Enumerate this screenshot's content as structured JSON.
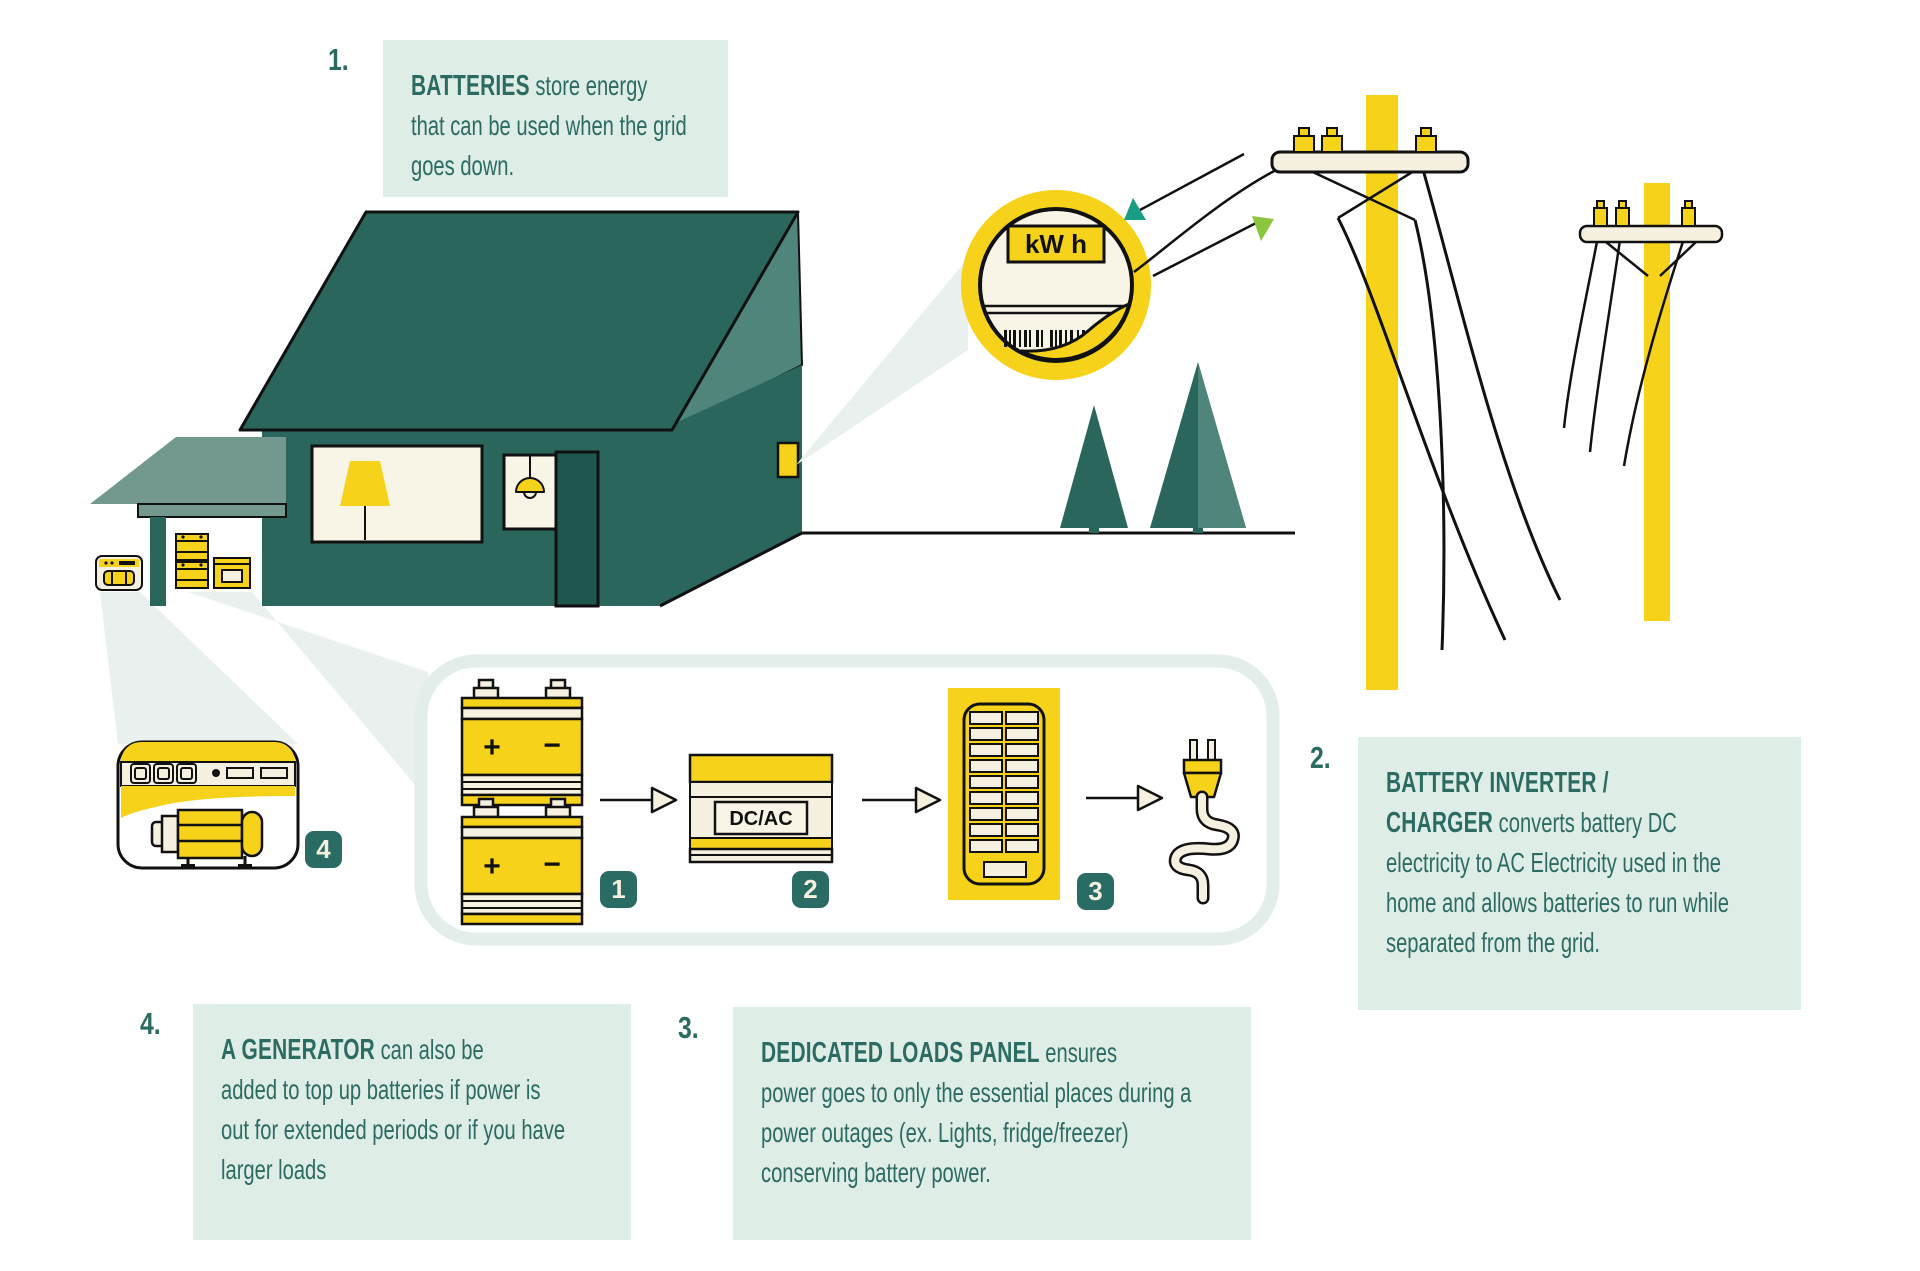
{
  "callouts": {
    "batteries": {
      "number": "1.",
      "title": "BATTERIES",
      "title_suffix": " store energy",
      "lines": [
        "that can be used when the grid",
        "goes down."
      ]
    },
    "inverter": {
      "number": "2.",
      "title_line1": "BATTERY INVERTER /",
      "title_line2": "CHARGER",
      "title_suffix": " converts battery DC",
      "lines": [
        "electricity to AC Electricity used in the",
        "home and allows batteries to run while",
        "separated from the grid."
      ]
    },
    "loads_panel": {
      "number": "3.",
      "title": "DEDICATED LOADS PANEL",
      "title_suffix": " ensures",
      "lines": [
        "power goes to only the essential places during a",
        "power outages (ex. Lights, fridge/freezer)",
        "conserving battery power."
      ]
    },
    "generator": {
      "number": "4.",
      "title": "A GENERATOR",
      "title_suffix": " can also be",
      "lines": [
        "added to top up batteries if power is",
        "out for extended periods or if you have",
        "larger loads"
      ]
    }
  },
  "diagram": {
    "meter_label": "kW h",
    "inverter_label": "DC/AC",
    "battery_plus": "+",
    "battery_minus": "−",
    "step_badges": [
      "1",
      "2",
      "3",
      "4"
    ]
  },
  "colors": {
    "yellow": "#F6D21A",
    "teal": "#2A665C",
    "teal_light": "#4F857B",
    "teal_carport": "#73988E",
    "text": "#2C6B62",
    "mint": "#DFEDE7",
    "cream": "#F5F0DF",
    "cream_window": "#F8F4E6",
    "beam": "#E9F0ED",
    "box_border": "#E3EDE9",
    "badge": "#2A6B63",
    "arrow_teal": "#1B9C85",
    "arrow_green": "#8CC63F",
    "outline": "#111111"
  }
}
